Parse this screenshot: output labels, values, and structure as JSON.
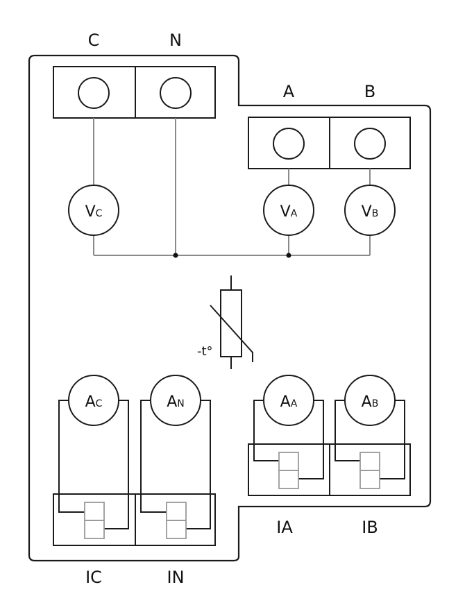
{
  "terminals_top": {
    "left_labels": [
      "C",
      "N"
    ],
    "right_labels": [
      "A",
      "B"
    ]
  },
  "voltmeters": [
    {
      "main": "V",
      "sub": "C"
    },
    {
      "main": "V",
      "sub": "A"
    },
    {
      "main": "V",
      "sub": "B"
    }
  ],
  "ammeters": [
    {
      "main": "A",
      "sub": "C"
    },
    {
      "main": "A",
      "sub": "N"
    },
    {
      "main": "A",
      "sub": "A"
    },
    {
      "main": "A",
      "sub": "B"
    }
  ],
  "thermistor": {
    "label": "-t°"
  },
  "terminals_bottom": {
    "left_labels": [
      "IC",
      "IN"
    ],
    "right_labels": [
      "IA",
      "IB"
    ]
  },
  "colors": {
    "frame": "#1a1a1a",
    "wire": "#8a8a8a",
    "junction": "#111111"
  }
}
